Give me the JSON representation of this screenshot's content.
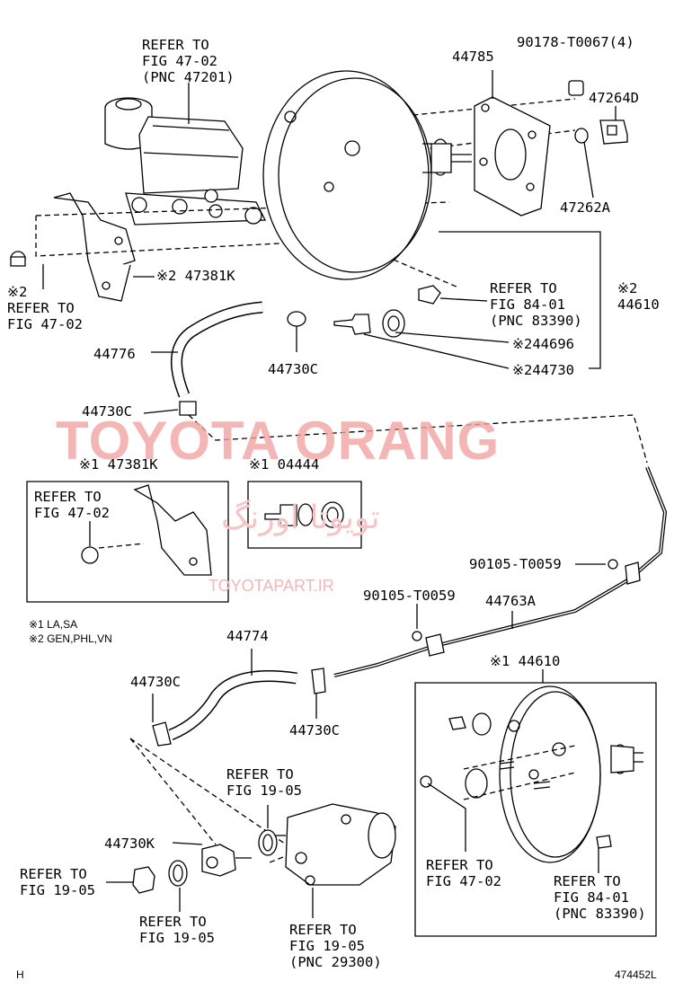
{
  "watermark": {
    "main": "TOYOTA ORANG",
    "site": "TOYOTAPART.IR",
    "persian": "تویوتا اورنگ"
  },
  "legend": {
    "note1": "※1 LA,SA",
    "note2": "※2 GEN,PHL,VN"
  },
  "footer": {
    "left": "H",
    "right": "474452L"
  },
  "labels": {
    "ref_47201": "REFER TO\nFIG 47-02\n(PNC 47201)",
    "p44785": "44785",
    "p90178": "90178-T0067(4)",
    "p47264D": "47264D",
    "p47262A": "47262A",
    "p47381K_top": "※2 47381K",
    "ref_47_02_left": "※2\nREFER TO\nFIG 47-02",
    "ref_83390_top": "REFER TO\nFIG 84-01\n(PNC 83390)",
    "p44610_top": "※2\n44610",
    "p44776": "44776",
    "p44730C_a": "44730C",
    "p44696": "※244696",
    "p44730": "※244730",
    "p44730C_b": "44730C",
    "p47381K_box": "※1 47381K",
    "p04444_box": "※1 04444",
    "ref_47_02_box": "REFER TO\nFIG 47-02",
    "p90105_a": "90105-T0059",
    "p90105_b": "90105-T0059",
    "p44763A": "44763A",
    "p44774": "44774",
    "p44730C_c": "44730C",
    "p44730C_d": "44730C",
    "p44610_bottom": "※1 44610",
    "ref_19_05_a": "REFER TO\nFIG 19-05",
    "p44730K": "44730K",
    "ref_19_05_b": "REFER TO\nFIG 19-05",
    "ref_19_05_c": "REFER TO\nFIG 19-05",
    "ref_29300": "REFER TO\nFIG 19-05\n(PNC 29300)",
    "ref_47_02_bottom": "REFER TO\nFIG 47-02",
    "ref_83390_bottom": "REFER TO\nFIG 84-01\n(PNC 83390)"
  }
}
